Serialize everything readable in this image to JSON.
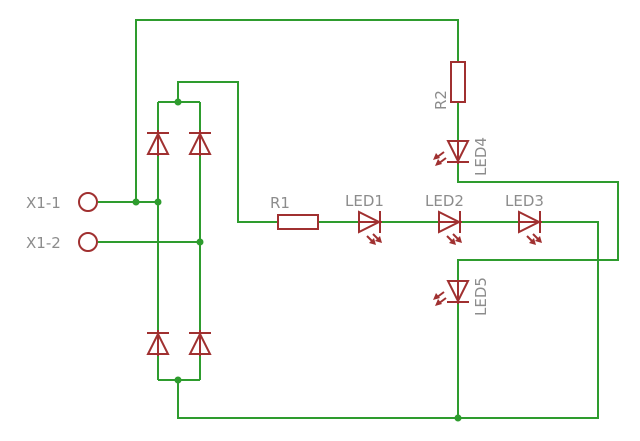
{
  "schematic": {
    "connectors": [
      {
        "id": "x1-1",
        "label": "X1-1"
      },
      {
        "id": "x1-2",
        "label": "X1-2"
      }
    ],
    "parts": [
      {
        "id": "r1",
        "label": "R1",
        "kind": "resistor"
      },
      {
        "id": "r2",
        "label": "R2",
        "kind": "resistor"
      },
      {
        "id": "led1",
        "label": "LED1",
        "kind": "led"
      },
      {
        "id": "led2",
        "label": "LED2",
        "kind": "led"
      },
      {
        "id": "led3",
        "label": "LED3",
        "kind": "led"
      },
      {
        "id": "led4",
        "label": "LED4",
        "kind": "led"
      },
      {
        "id": "led5",
        "label": "LED5",
        "kind": "led"
      }
    ],
    "colors": {
      "wire": "#2e9c2e",
      "component": "#a03030",
      "label": "#8c8c8c",
      "background": "#ffffff"
    }
  }
}
